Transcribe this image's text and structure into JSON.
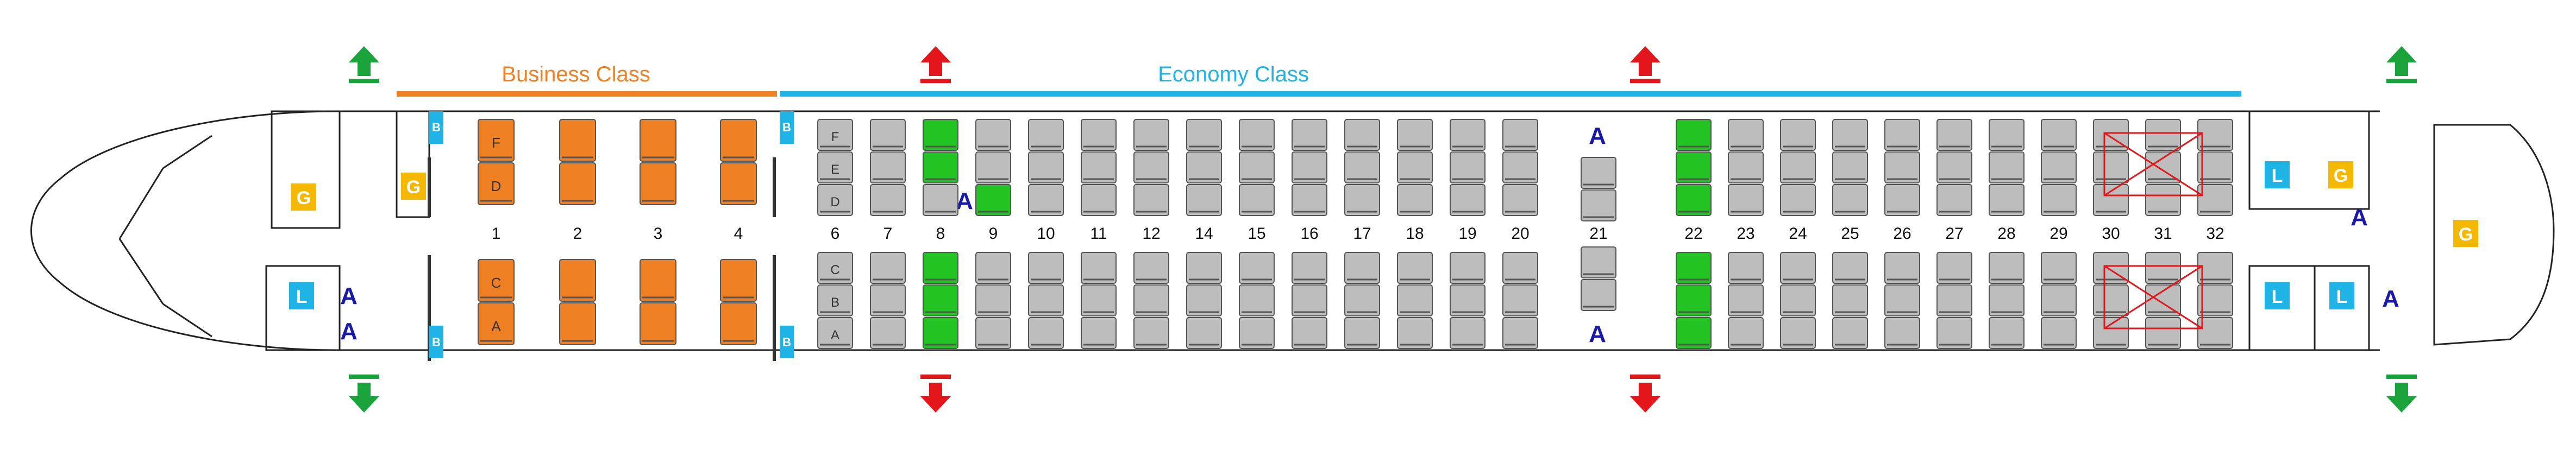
{
  "classes": {
    "business": {
      "label": "Business Class",
      "color": "#ee7f22"
    },
    "economy": {
      "label": "Economy Class",
      "color": "#1fb3e6"
    }
  },
  "rows": {
    "business": [
      "1",
      "2",
      "3",
      "4"
    ],
    "economy_front": [
      "6",
      "7",
      "8",
      "9",
      "10",
      "11",
      "12",
      "14",
      "15",
      "16",
      "17",
      "18",
      "19",
      "20"
    ],
    "exit_row": "21",
    "economy_rear": [
      "22",
      "23",
      "24",
      "25",
      "26",
      "27",
      "28",
      "29",
      "30",
      "31",
      "32"
    ]
  },
  "seat_letters": {
    "business_upper": [
      "F",
      "D"
    ],
    "business_lower": [
      "C",
      "A"
    ],
    "economy_upper": [
      "F",
      "E",
      "D"
    ],
    "economy_lower": [
      "C",
      "B",
      "A"
    ]
  },
  "markers": {
    "galley": "G",
    "lavatory": "L",
    "bassinet": "B",
    "attendant": "A"
  },
  "colors": {
    "business_seat": "#ee7f22",
    "standard_seat": "#bdbdbd",
    "extra_legroom_seat": "#22c322",
    "galley": "#f5b800",
    "lavatory": "#1fb3e6",
    "exit_front_mid": "#e3171b",
    "exit_end": "#1aa33a",
    "attendant_text": "#1a1aa8",
    "blocked_cross": "#e3171b"
  },
  "seat_status": {
    "extra_legroom": [
      "8 upper",
      "9 upper-bottom",
      "8 lower",
      "22 upper",
      "22 lower"
    ],
    "blocked": [
      "30-31 upper",
      "30-31 lower"
    ]
  },
  "icons": [
    "exit-arrow-up-icon",
    "exit-arrow-down-icon",
    "blocked-cross-icon"
  ]
}
